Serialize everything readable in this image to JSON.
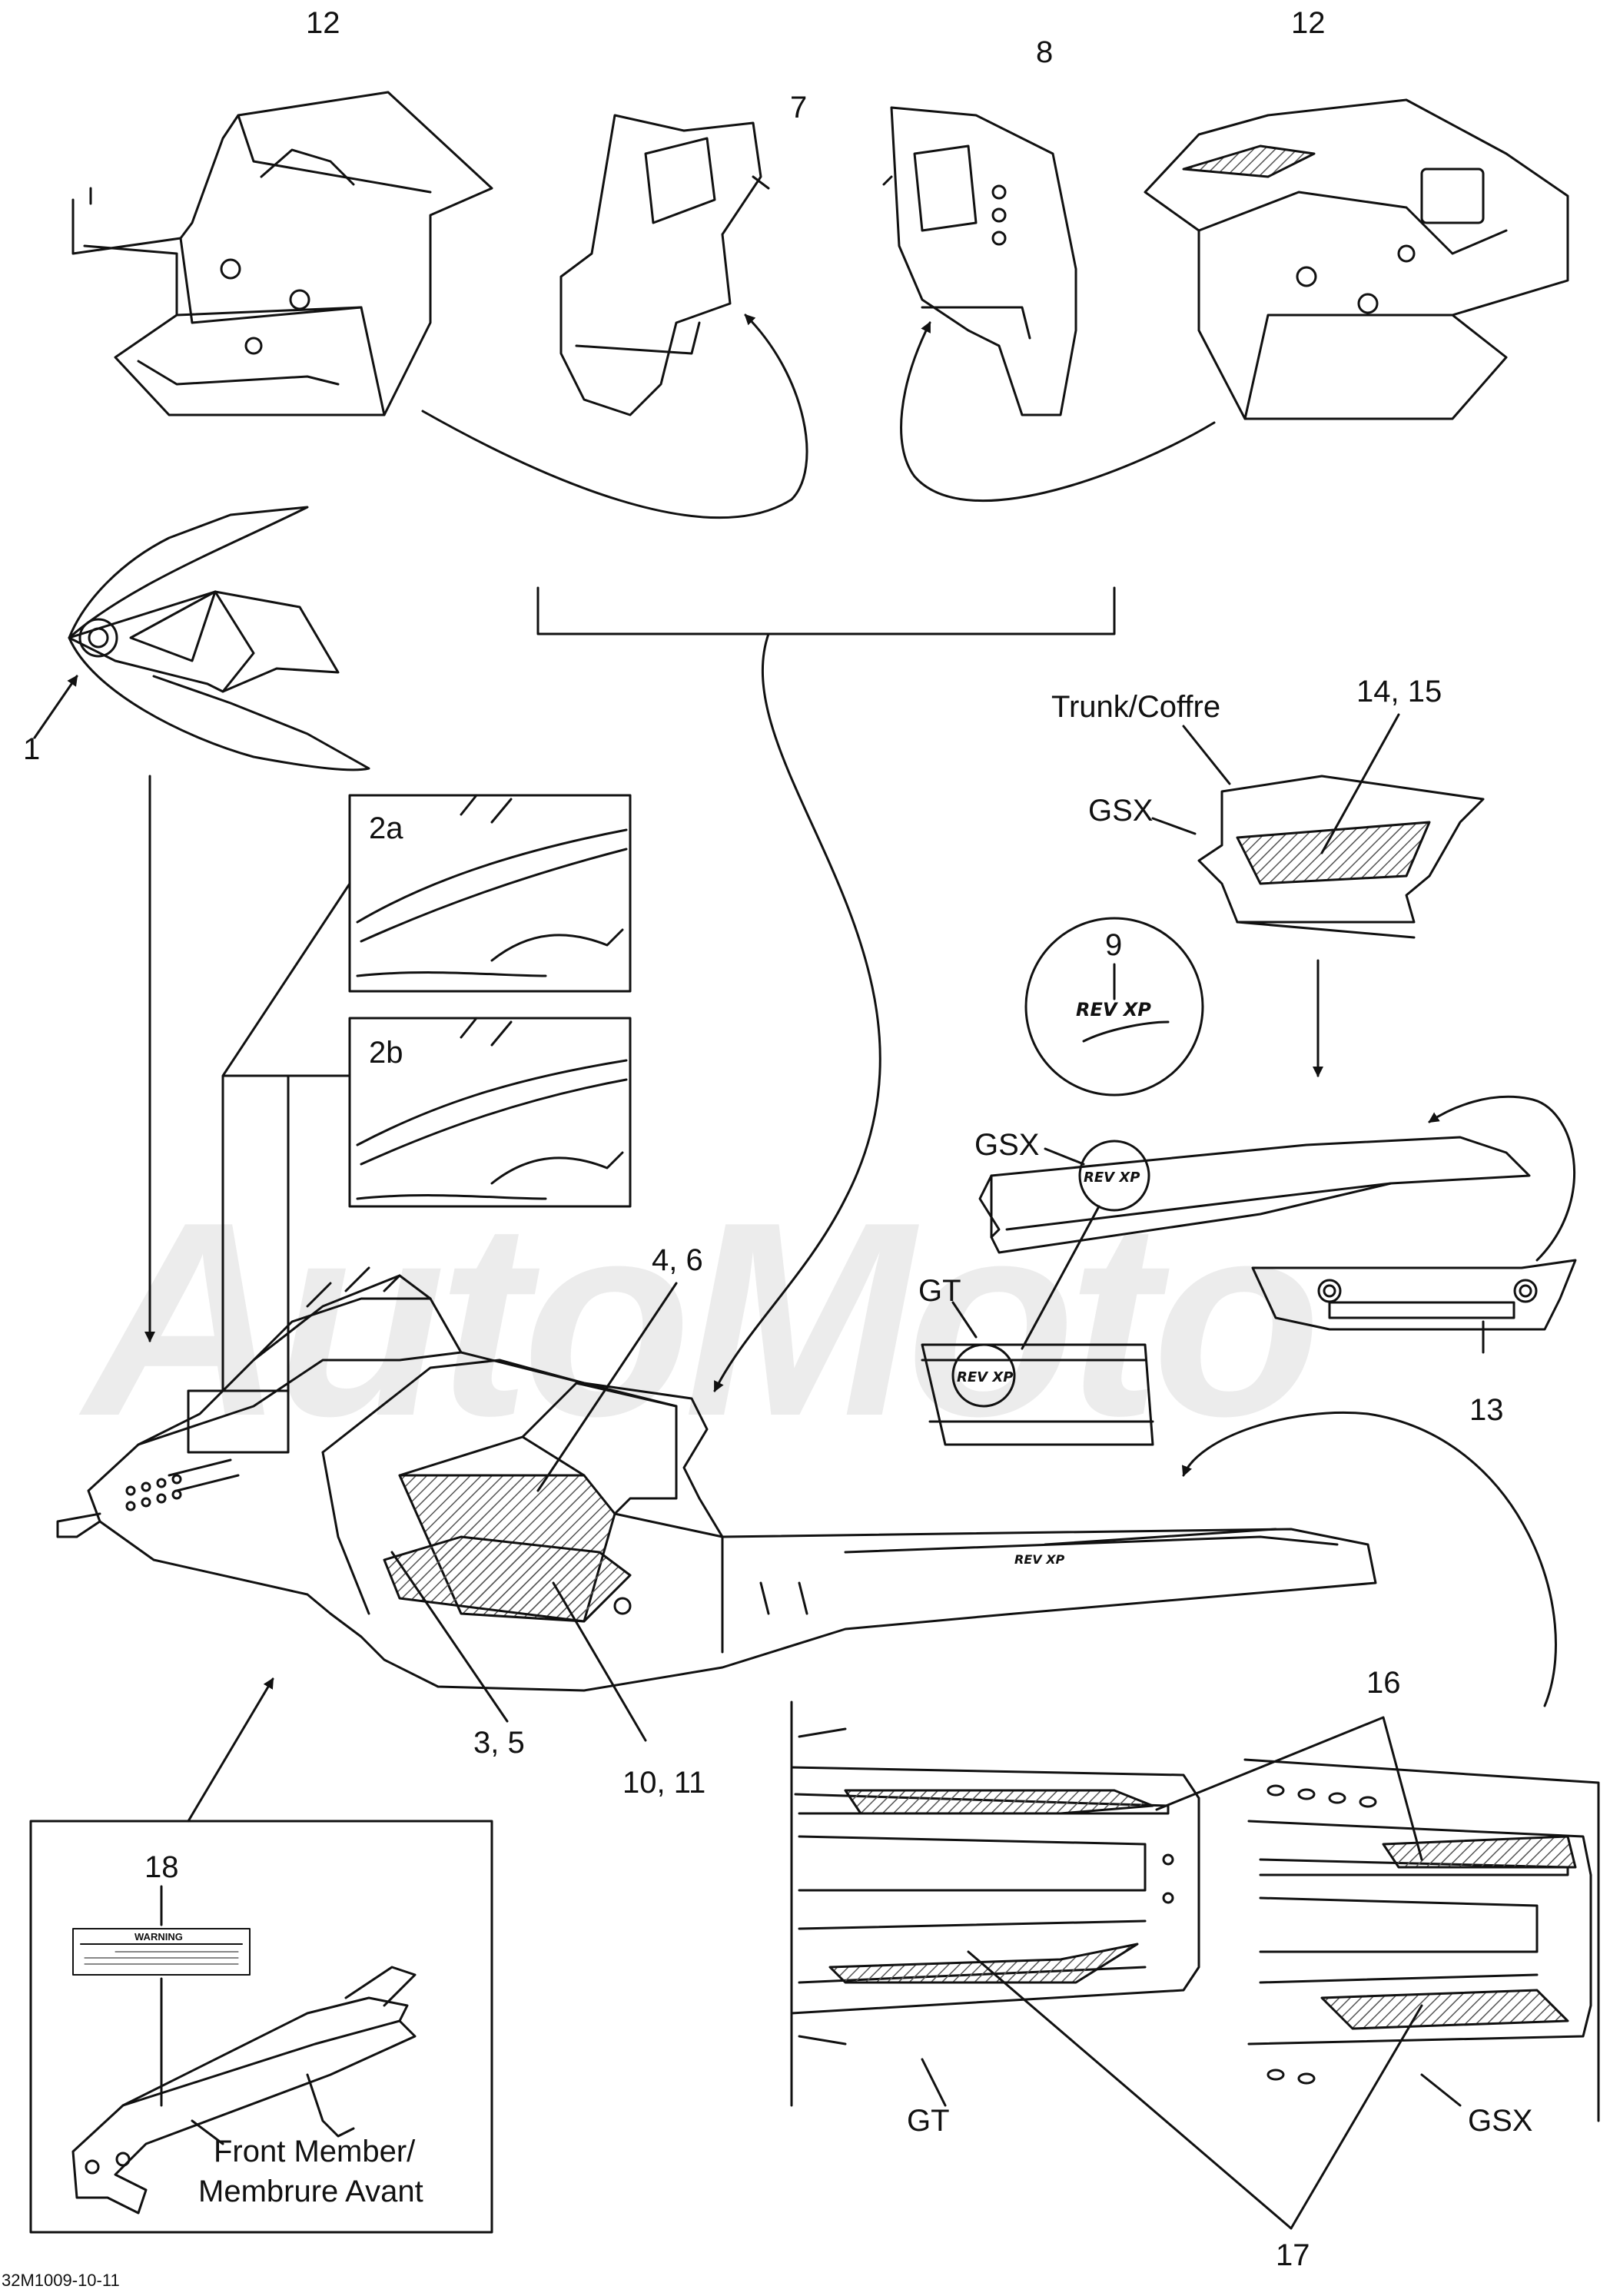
{
  "diagram": {
    "watermark": "AutoMoto",
    "reference_code": "32M1009-10-11",
    "callouts": {
      "c12_left": "12",
      "c7": "7",
      "c8": "8",
      "c12_right": "12",
      "c1": "1",
      "c2a": "2a",
      "c2b": "2b",
      "c14_15": "14, 15",
      "c9": "9",
      "c4_6": "4, 6",
      "c13": "13",
      "c3_5": "3, 5",
      "c10_11": "10, 11",
      "c16": "16",
      "c18": "18",
      "c17": "17"
    },
    "labels": {
      "trunk": "Trunk/Coffre",
      "gsx_trunk": "GSX",
      "gsx_tunnel": "GSX",
      "gt_tunnel": "GT",
      "gt_bottom": "GT",
      "gsx_bottom": "GSX",
      "front_member_line1": "Front Member/",
      "front_member_line2": "Membrure Avant"
    },
    "decal_text": {
      "rev_xp": "REV XP",
      "rev_xp_small": "REV XP",
      "warning": "WARNING"
    },
    "colors": {
      "line": "#111111",
      "watermark": "#ececec",
      "hatch": "#555555"
    }
  }
}
